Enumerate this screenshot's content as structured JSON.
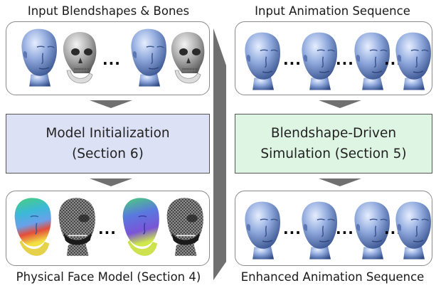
{
  "left_column": {
    "top_caption": "Input Blendshapes & Bones",
    "box_line1": "Model Initialization",
    "box_line2": "(Section 6)",
    "bottom_caption": "Physical Face Model (Section 4)"
  },
  "right_column": {
    "top_caption": "Input Animation Sequence",
    "box_line1": "Blendshape-Driven",
    "box_line2": "Simulation (Section 5)",
    "bottom_caption": "Enhanced Animation Sequence"
  },
  "ellipsis": "...",
  "colors": {
    "head_blue": "#7e9ad0",
    "skull_gray": "#a4a4a4",
    "init_box": "#dde1f6",
    "sim_box": "#def5e3",
    "arrow_gray": "#707070"
  },
  "icons": [
    "head-icon",
    "skull-icon",
    "heatmap-head-icon",
    "mesh-head-icon"
  ]
}
